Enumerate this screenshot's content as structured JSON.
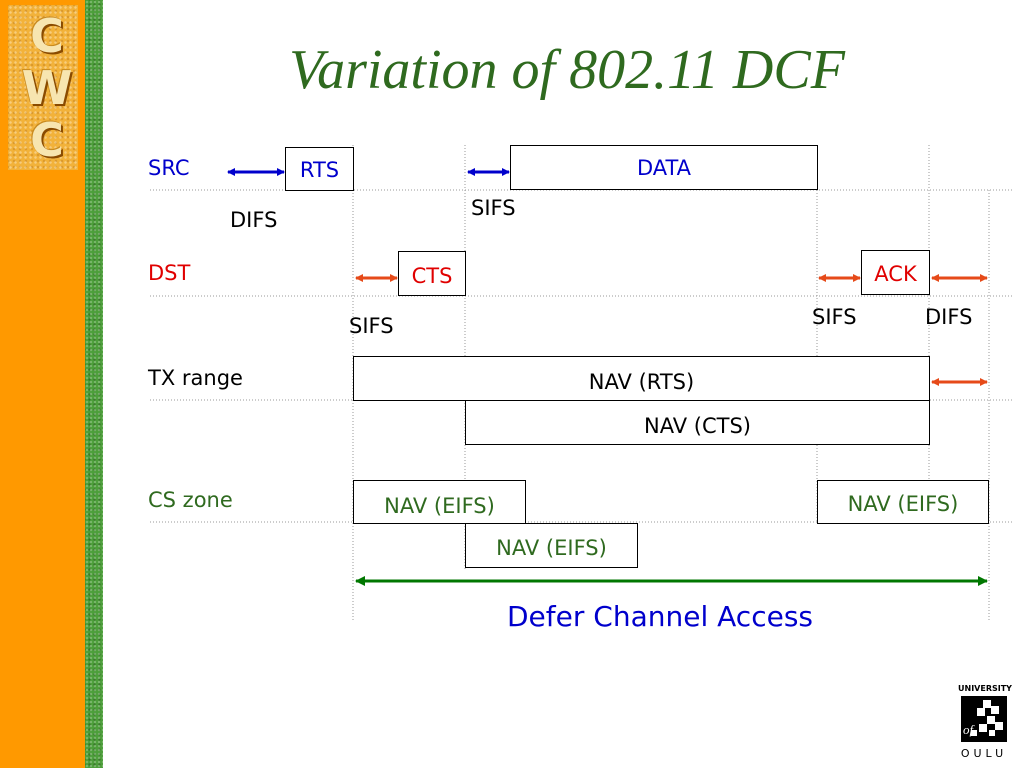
{
  "logo": {
    "letters": [
      "C",
      "W",
      "C"
    ]
  },
  "title": "Variation of 802.11 DCF",
  "rows": {
    "src": "SRC",
    "dst": "DST",
    "tx_range": "TX range",
    "cs_zone": "CS zone"
  },
  "frames": {
    "rts": "RTS",
    "data": "DATA",
    "cts": "CTS",
    "ack": "ACK",
    "nav_rts": "NAV (RTS)",
    "nav_cts": "NAV (CTS)",
    "nav_eifs_1": "NAV (EIFS)",
    "nav_eifs_2": "NAV (EIFS)",
    "nav_eifs_3": "NAV (EIFS)"
  },
  "intervals": {
    "difs_src": "DIFS",
    "sifs_src": "SIFS",
    "sifs_dst_1": "SIFS",
    "sifs_dst_2": "SIFS",
    "difs_dst": "DIFS"
  },
  "defer": "Defer Channel Access",
  "oulu": {
    "top": "UNIVERSITY",
    "of": "of",
    "bottom": "OULU"
  },
  "colors": {
    "sidebar": "#FF9900",
    "sidebar_pattern": "#4C9E3A",
    "title": "#2F6A1F",
    "src_arrows": "#0000CC",
    "dst_arrows": "#E64A19",
    "defer_arrow": "#007700"
  }
}
